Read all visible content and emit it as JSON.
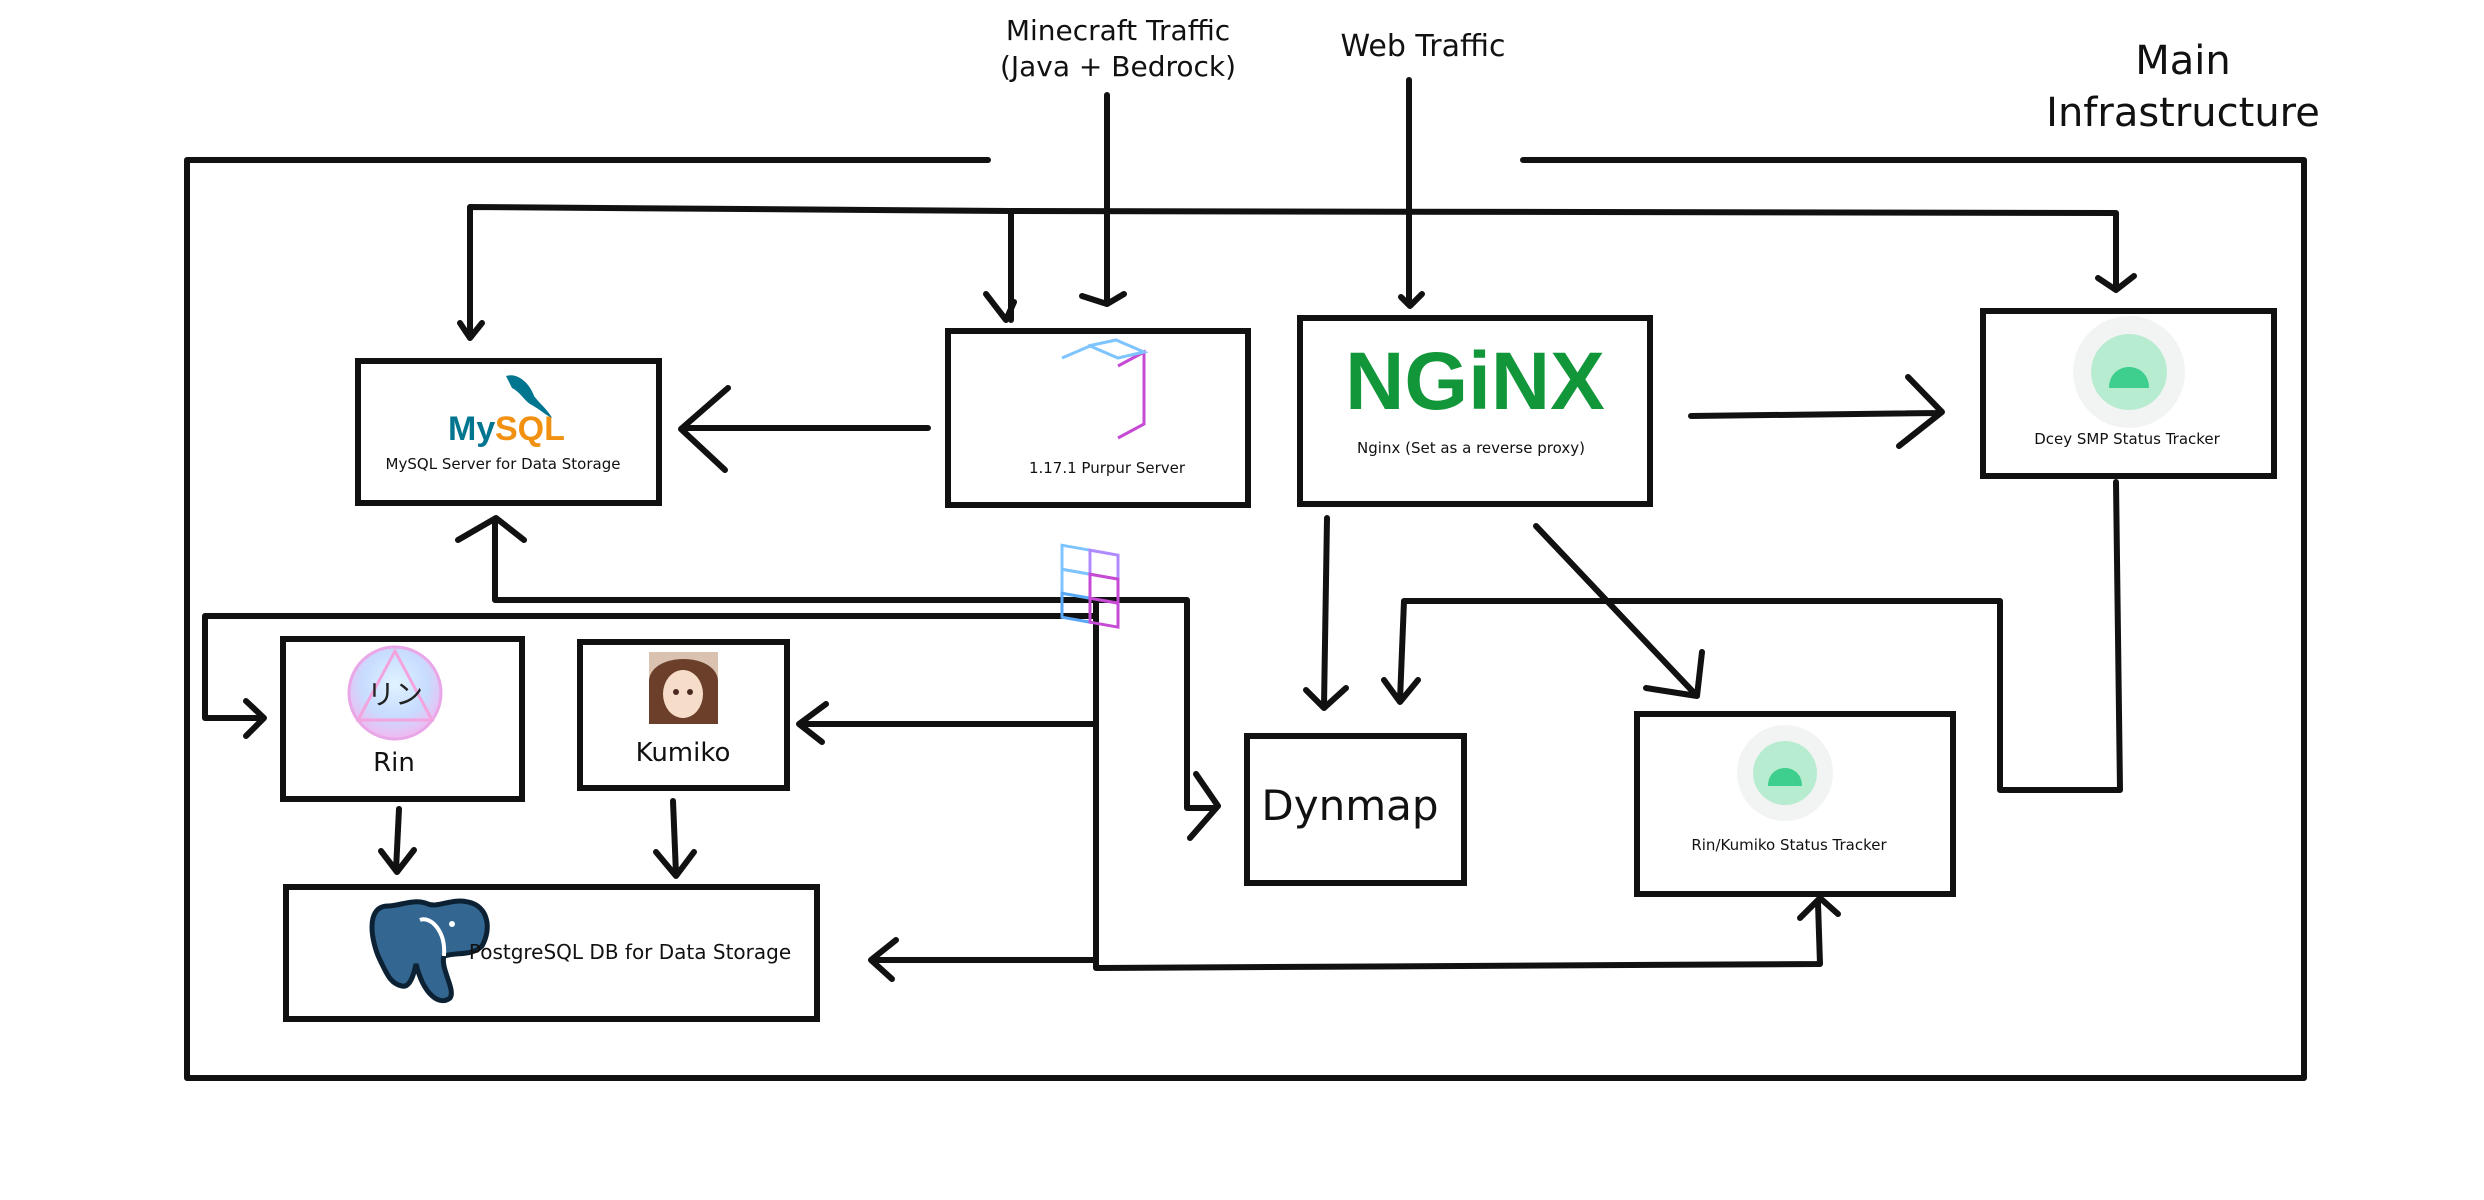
{
  "labels": {
    "minecraft_traffic_line1": "Minecraft Traffic",
    "minecraft_traffic_line2": "(Java + Bedrock)",
    "web_traffic": "Web Traffic",
    "main_infra_line1": "Main",
    "main_infra_line2": "Infrastructure"
  },
  "nodes": {
    "mysql": {
      "caption": "MySQL Server for Data Storage",
      "logo_text": "MySQL"
    },
    "purpur": {
      "caption": "1.17.1 Purpur Server"
    },
    "nginx": {
      "caption": "Nginx (Set as a reverse proxy)",
      "logo_text": "NGiNX"
    },
    "dcey_tracker": {
      "caption": "Dcey SMP Status Tracker"
    },
    "rin": {
      "caption": "Rin",
      "avatar_text": "リン"
    },
    "kumiko": {
      "caption": "Kumiko"
    },
    "dynmap": {
      "caption": "Dynmap"
    },
    "rin_kumiko_tracker": {
      "caption": "Rin/Kumiko Status Tracker"
    },
    "postgres": {
      "caption": "PostgreSQL DB for Data Storage"
    }
  },
  "colors": {
    "nginx_green": "#119639",
    "mysql_blue": "#00758f",
    "mysql_orange": "#f29111",
    "postgres_blue": "#336791",
    "status_green": "#3ecf8e",
    "purpur_purple": "#c64ad4",
    "purpur_blue": "#59a7f5"
  },
  "icons": [
    "mysql-logo-icon",
    "purpur-cube-icon",
    "nginx-logo-icon",
    "status-tracker-icon",
    "rin-avatar-icon",
    "kumiko-avatar-icon",
    "postgresql-elephant-icon"
  ]
}
